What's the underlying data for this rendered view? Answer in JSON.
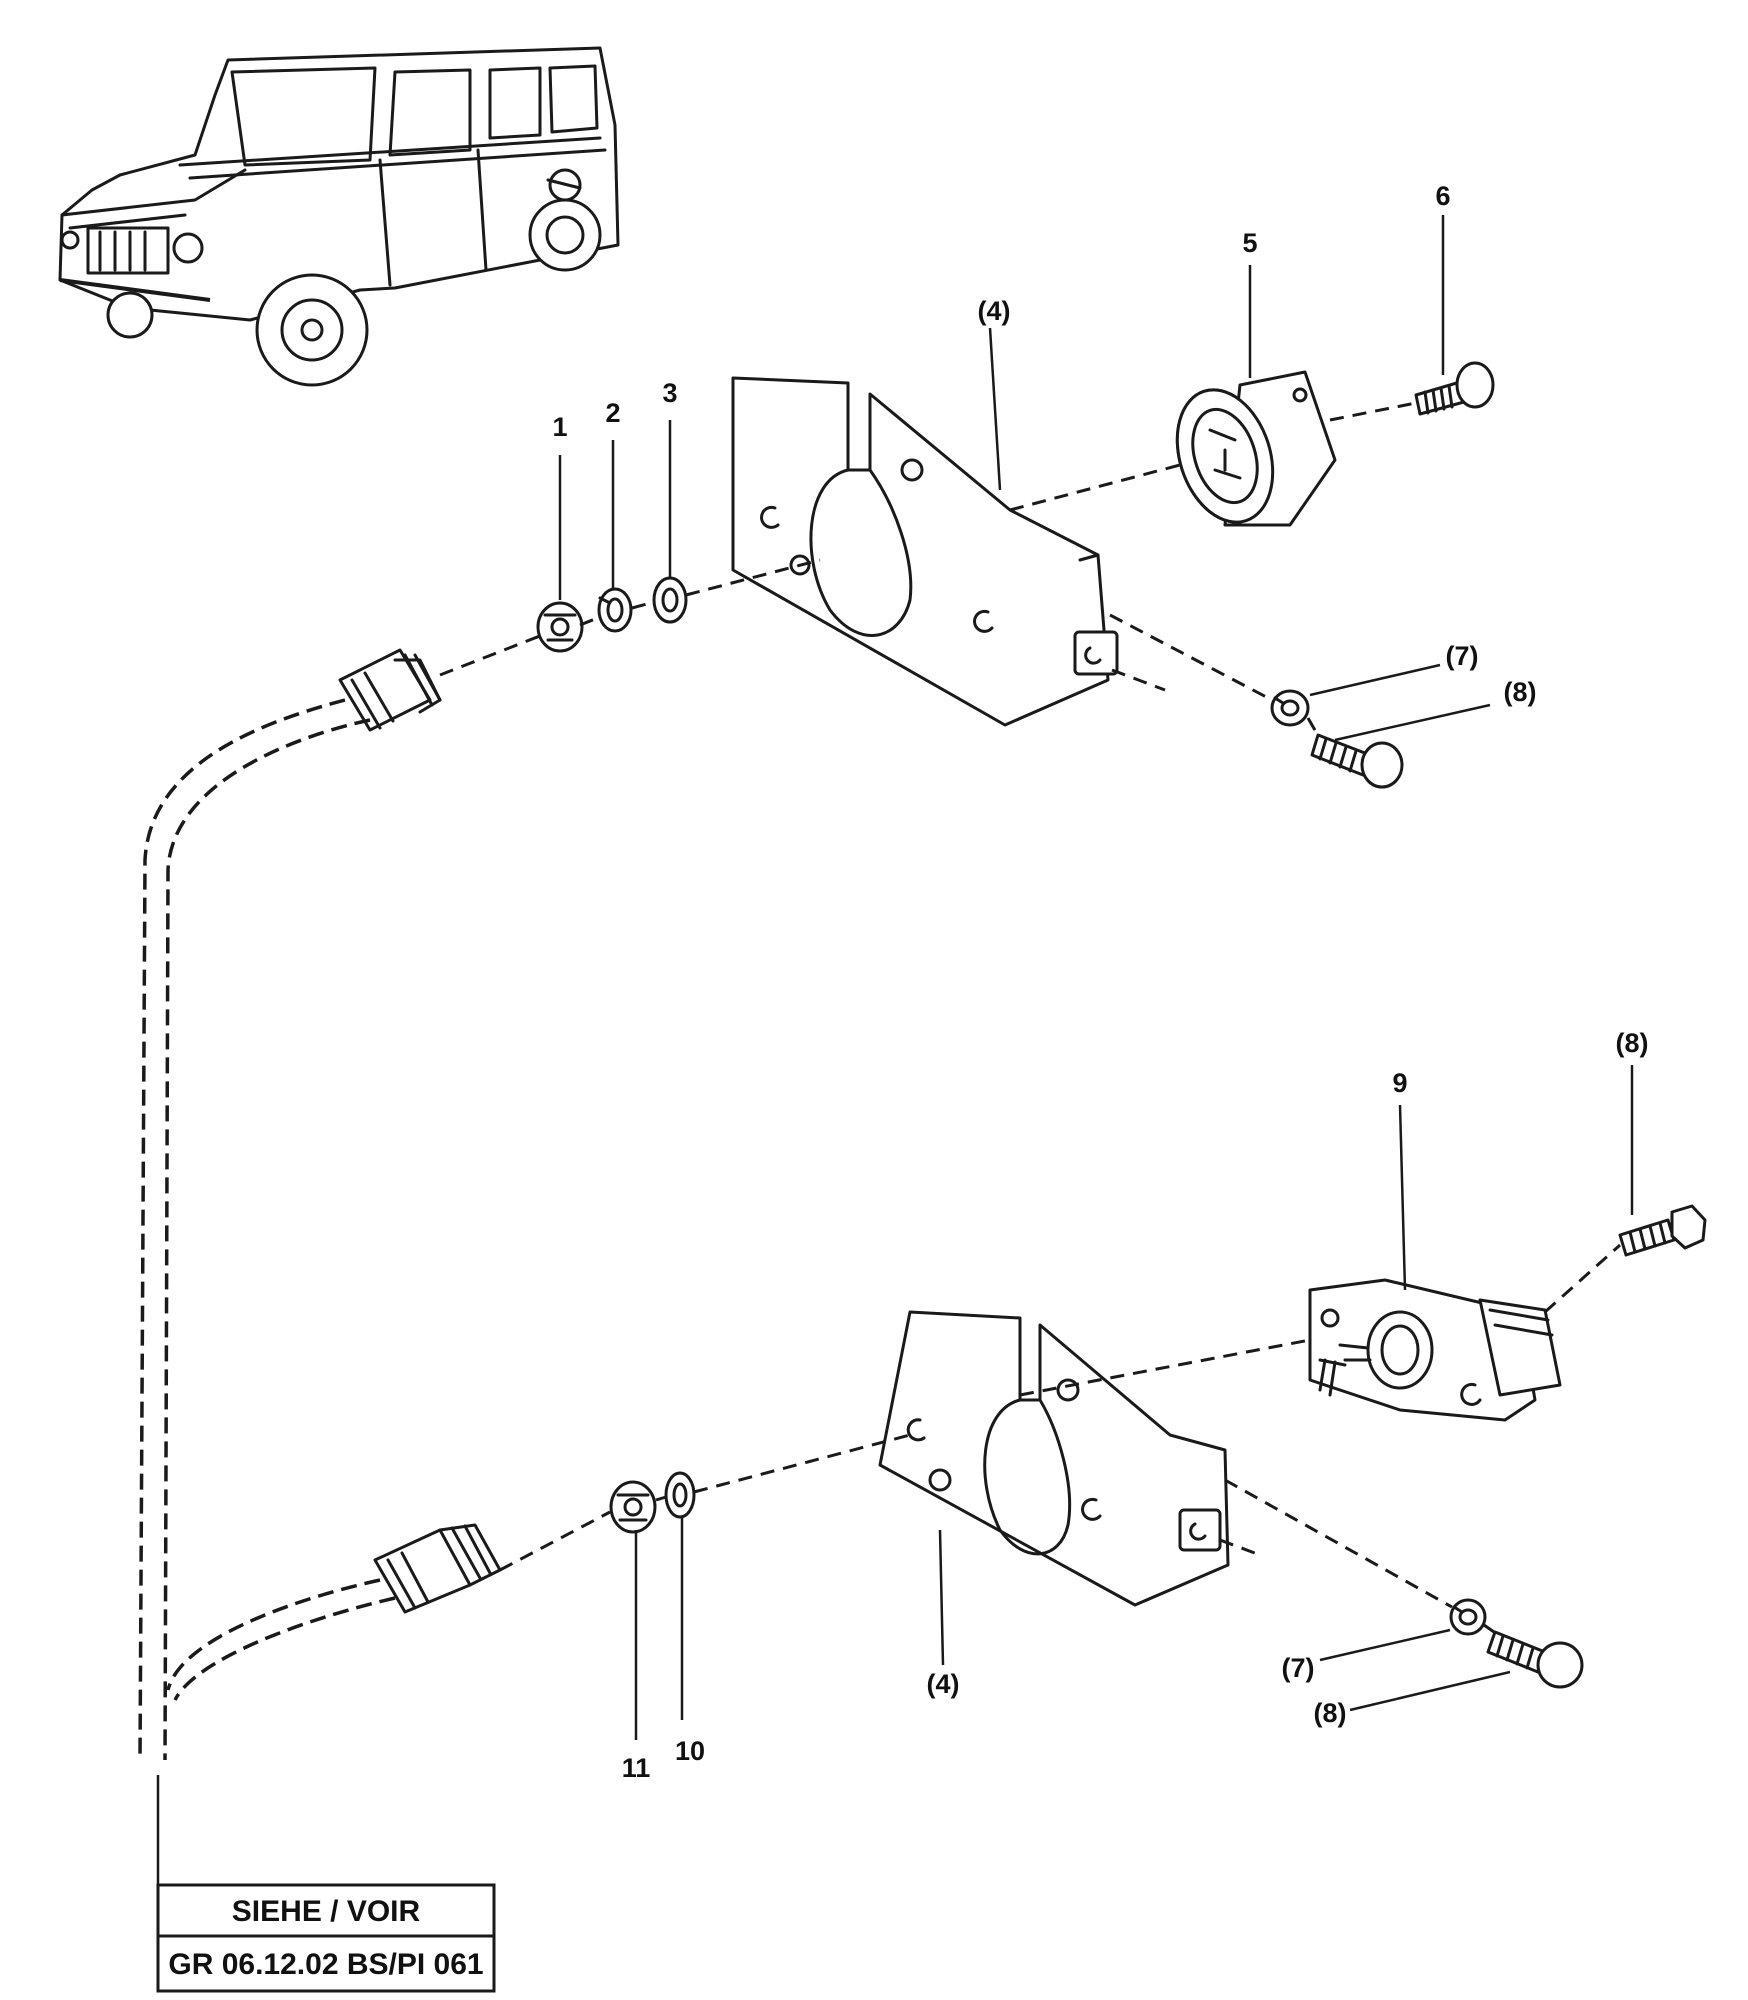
{
  "callouts": {
    "c1": "1",
    "c2": "2",
    "c3": "3",
    "c4_top": "(4)",
    "c5": "5",
    "c6": "6",
    "c7_top": "(7)",
    "c8_top": "(8)",
    "c8_upper_right": "(8)",
    "c9": "9",
    "c4_bottom": "(4)",
    "c7_bottom": "(7)",
    "c8_bottom": "(8)",
    "c10": "10",
    "c11": "11"
  },
  "reference_box": {
    "line1": "SIEHE / VOIR",
    "line2": "GR 06.12.02 BS/PI 061"
  }
}
